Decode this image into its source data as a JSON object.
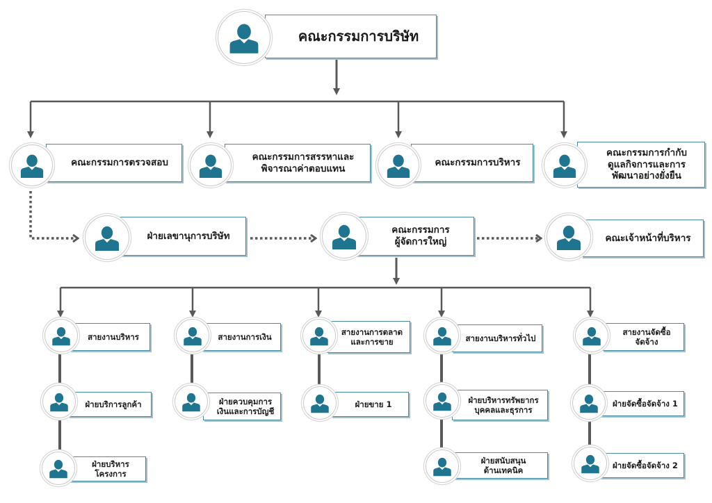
{
  "diagram": {
    "type": "org-chart",
    "colors": {
      "icon": "#1f7490",
      "box_border": "#4a8aa3",
      "connector": "#595959"
    },
    "root": {
      "label": "คณะกรรมการบริษัท"
    },
    "committees": [
      {
        "label": "คณะกรรมการตรวจสอบ"
      },
      {
        "label": "คณะกรรมการสรรหาและ\nพิจารณาค่าตอบแทน"
      },
      {
        "label": "คณะกรรมการบริหาร"
      },
      {
        "label": "คณะกรรมการกำกับ\nดูแลกิจการและการ\nพัฒนาอย่างยั่งยืน"
      }
    ],
    "secretary": {
      "label": "ฝ่ายเลขานุการบริษัท"
    },
    "ceo": {
      "label": "คณะกรรมการ\nผู้จัดการใหญ่"
    },
    "executives": {
      "label": "คณะเจ้าหน้าที่บริหาร"
    },
    "lines": [
      {
        "label": "สายงานบริหาร",
        "units": [
          {
            "label": "ฝ่ายบริการลูกค้า"
          },
          {
            "label": "ฝ่ายบริหาร\nโครงการ"
          }
        ]
      },
      {
        "label": "สายงานการเงิน",
        "units": [
          {
            "label": "ฝ่ายควบคุมการ\nเงินและการบัญชี"
          }
        ]
      },
      {
        "label": "สายงานการตลาด\nและการขาย",
        "units": [
          {
            "label": "ฝ่ายขาย 1"
          }
        ]
      },
      {
        "label": "สายงานบริหารทั่วไป",
        "units": [
          {
            "label": "ฝ่ายบริหารทรัพยากร\nบุคคลและธุรการ"
          },
          {
            "label": "ฝ่ายสนับสนุน\nด้านเทคนิค"
          }
        ]
      },
      {
        "label": "สายงานจัดซื้อ\nจัดจ้าง",
        "units": [
          {
            "label": "ฝ่ายจัดซื้อจัดจ้าง 1"
          },
          {
            "label": "ฝ่ายจัดซื้อจัดจ้าง 2"
          }
        ]
      }
    ]
  }
}
